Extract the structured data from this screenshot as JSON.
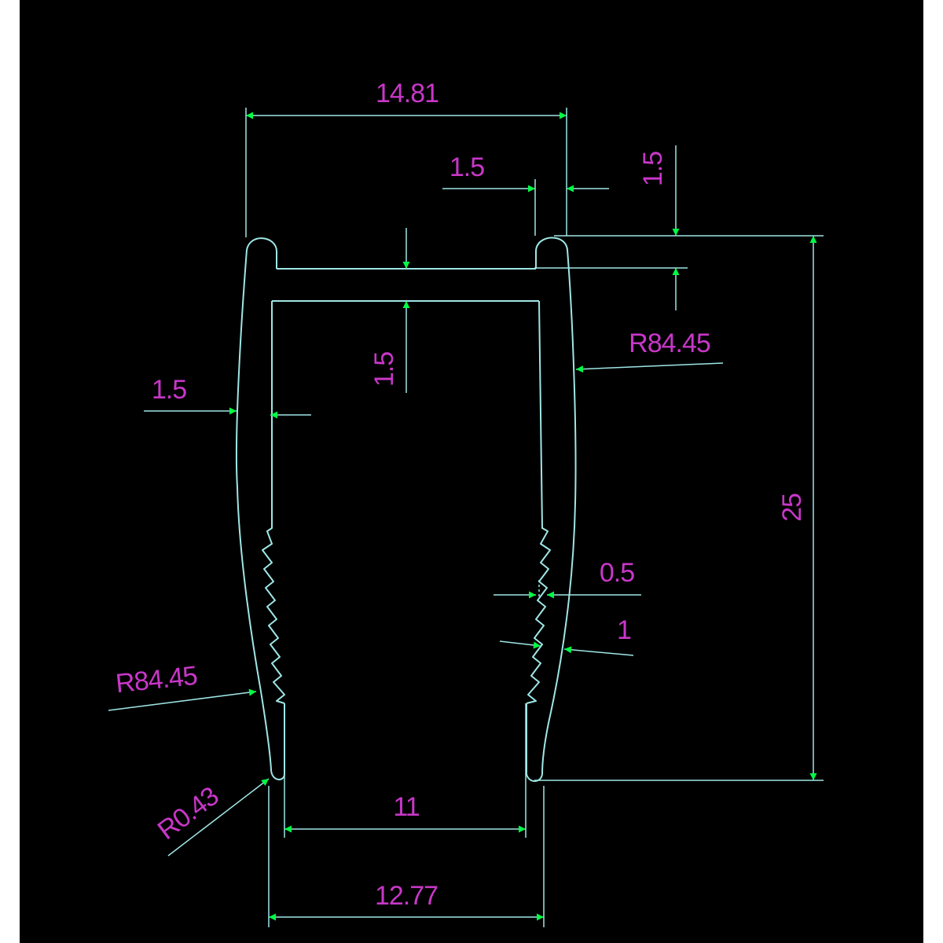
{
  "colors": {
    "background": "#000000",
    "outer_margin": "#ffffff",
    "profile_line": "#9fe6e6",
    "dimension_line": "#9fe6e6",
    "arrow": "#00ff44",
    "text": "#c837c8"
  },
  "dimensions": {
    "top_width": "14.81",
    "lip_width_left": "1.5",
    "lip_height_right": "1.5",
    "web_thickness": "1.5",
    "wall_thickness": "1.5",
    "radius_upper": "R84.45",
    "overall_height": "25",
    "tooth_depth": "0.5",
    "tooth_pitch": "1",
    "radius_lower": "R84.45",
    "tip_radius": "R0.43",
    "inner_opening": "11",
    "bottom_width": "12.77"
  }
}
